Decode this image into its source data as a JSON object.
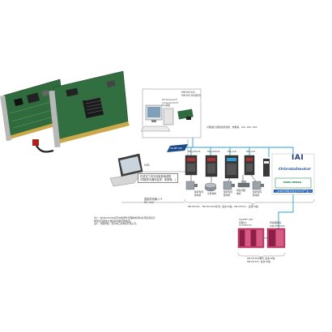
{
  "pc_label": [
    "MR-MC341",
    "MR-MC300系列"
  ],
  "bus_label": [
    "PCI Express®",
    "Compact PCI®",
    "PCI系统"
  ],
  "monitor_label": "(伺服放大器的监视功能，参数等，PLC, RIO, DIO)",
  "laptop_label": "USB",
  "setup_label": [
    "在调试工具中设置各轴参数",
    "(伺服放大器的监视、参数等。)"
  ],
  "power_label": [
    "直接供电输入*1",
    "DC 24V"
  ],
  "network_label": "SSCNET III/H",
  "amp_labels": [
    "MR-J4W2-B",
    "MR-J4W3-B",
    "MR-J4-B",
    "MR-J4-B"
  ],
  "motor_labels": [
    "旋转型伺服电机",
    "直驱电机",
    "旋转型伺服电机",
    "线性伺服电机",
    "旋转型伺服电机"
  ],
  "partner_logos": {
    "iai": "IAI",
    "orient": "Orientalmotor",
    "nikki": "NIKKI DENSO"
  },
  "partner_banner": "三菱电机伺服系统合作伙伴产品*2",
  "axis_caption": "MR-MC341、MR-MC300(系列): 最多32轴；MR-MC341：最多16轴",
  "io_left_labels": [
    "SSCNET III/H",
    "远程I/O",
    "(LJ72MS15)"
  ],
  "io_right_labels": [
    "传感器模块",
    "(MR-MT2000)"
  ],
  "io_caption": [
    "MR-MC300系列: 最多32轴",
    "MR-MC341: 最多16轴"
  ],
  "notes": [
    "注1：在MR-MC300系列中使用外部辅助电源时必须使用直流",
    "电源为伺服放大器提供伺服控制电源。",
    "注2：详细内容，请咨询三菱电机有限公司。"
  ],
  "colors": {
    "network": "#27a2d8",
    "amp": "#3a3a3a",
    "io": "#c43a6a",
    "board": "#2f6b3d"
  }
}
